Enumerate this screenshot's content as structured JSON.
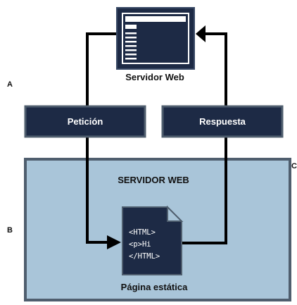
{
  "markers": {
    "a": "A",
    "b": "B",
    "c": "C"
  },
  "server_top": {
    "label": "Servidor Web",
    "icon": "browser-window-icon"
  },
  "request_box": {
    "label": "Petición"
  },
  "response_box": {
    "label": "Respuesta"
  },
  "server_panel": {
    "title": "SERVIDOR WEB"
  },
  "page_doc": {
    "icon": "html-document-icon",
    "code_lines": [
      "<HTML>",
      "<p>Hi",
      "</HTML>"
    ],
    "caption": "Página estática"
  },
  "colors": {
    "navy": "#1d2a45",
    "panel_fill": "#a9c5d9",
    "panel_border": "#4f5e6e",
    "line": "#000000"
  }
}
